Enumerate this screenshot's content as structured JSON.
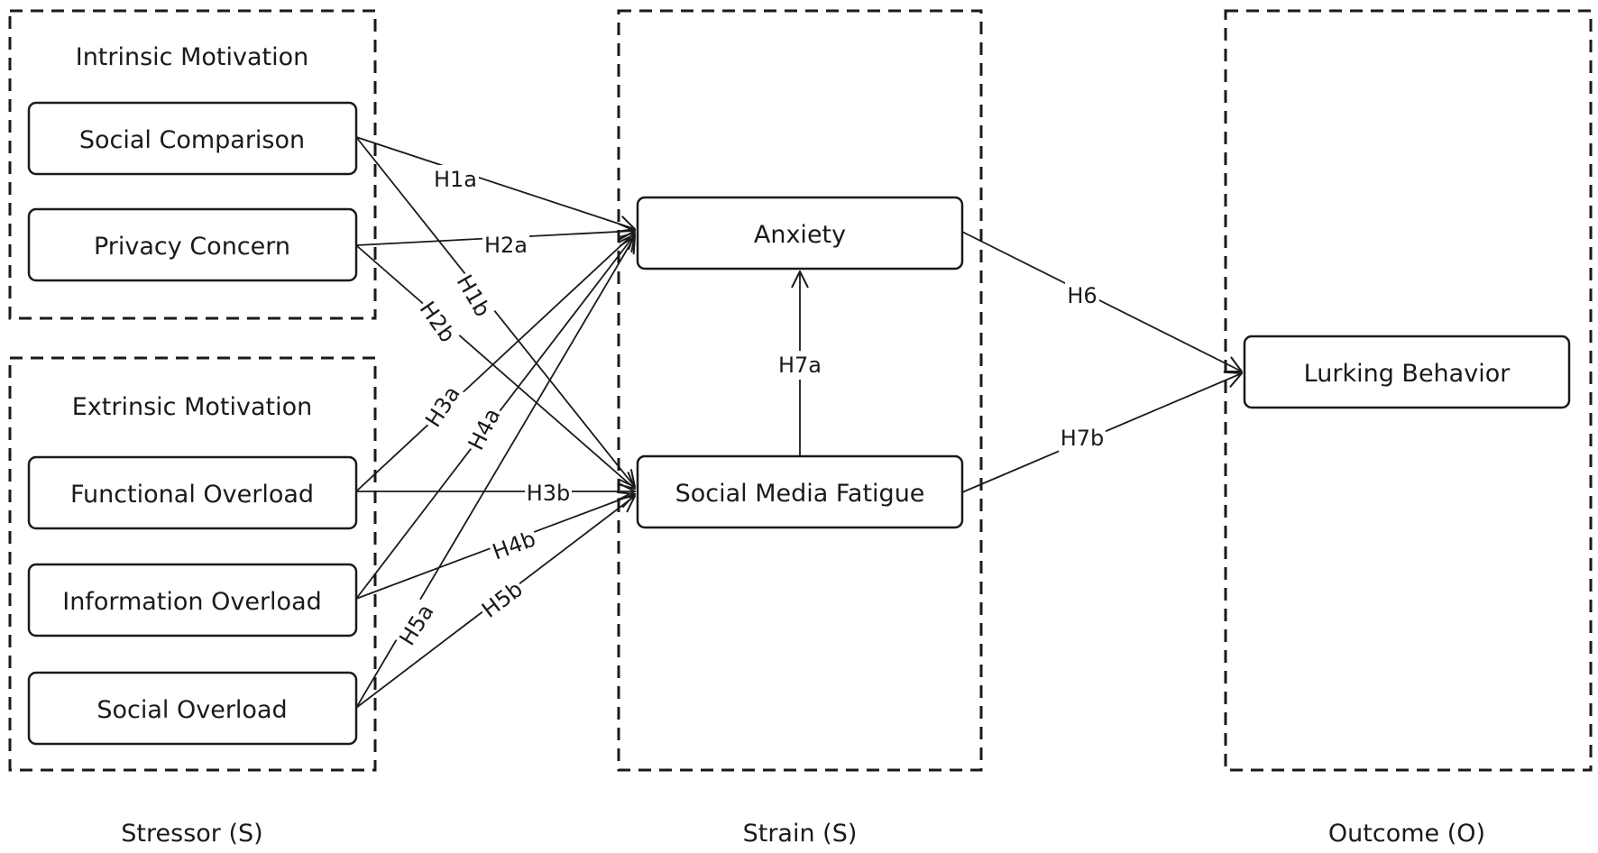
{
  "stages": {
    "stressor": "Stressor (S)",
    "strain": "Strain (S)",
    "outcome": "Outcome (O)"
  },
  "groups": {
    "intrinsic": "Intrinsic Motivation",
    "extrinsic": "Extrinsic Motivation"
  },
  "nodes": {
    "social_comparison": "Social Comparison",
    "privacy_concern": "Privacy Concern",
    "functional_overload": "Functional Overload",
    "information_overload": "Information Overload",
    "social_overload": "Social Overload",
    "anxiety": "Anxiety",
    "social_media_fatigue": "Social Media Fatigue",
    "lurking_behavior": "Lurking Behavior"
  },
  "hypotheses": {
    "h1a": "H1a",
    "h1b": "H1b",
    "h2a": "H2a",
    "h2b": "H2b",
    "h3a": "H3a",
    "h3b": "H3b",
    "h4a": "H4a",
    "h4b": "H4b",
    "h5a": "H5a",
    "h5b": "H5b",
    "h6": "H6",
    "h7a": "H7a",
    "h7b": "H7b"
  },
  "edges": [
    {
      "id": "h1a",
      "from": "social_comparison",
      "to": "anxiety"
    },
    {
      "id": "h1b",
      "from": "social_comparison",
      "to": "social_media_fatigue"
    },
    {
      "id": "h2a",
      "from": "privacy_concern",
      "to": "anxiety"
    },
    {
      "id": "h2b",
      "from": "privacy_concern",
      "to": "social_media_fatigue"
    },
    {
      "id": "h3a",
      "from": "functional_overload",
      "to": "anxiety"
    },
    {
      "id": "h3b",
      "from": "functional_overload",
      "to": "social_media_fatigue"
    },
    {
      "id": "h4a",
      "from": "information_overload",
      "to": "anxiety"
    },
    {
      "id": "h4b",
      "from": "information_overload",
      "to": "social_media_fatigue"
    },
    {
      "id": "h5a",
      "from": "social_overload",
      "to": "anxiety"
    },
    {
      "id": "h5b",
      "from": "social_overload",
      "to": "social_media_fatigue"
    },
    {
      "id": "h6",
      "from": "anxiety",
      "to": "lurking_behavior"
    },
    {
      "id": "h7a",
      "from": "social_media_fatigue",
      "to": "anxiety"
    },
    {
      "id": "h7b",
      "from": "social_media_fatigue",
      "to": "lurking_behavior"
    }
  ]
}
